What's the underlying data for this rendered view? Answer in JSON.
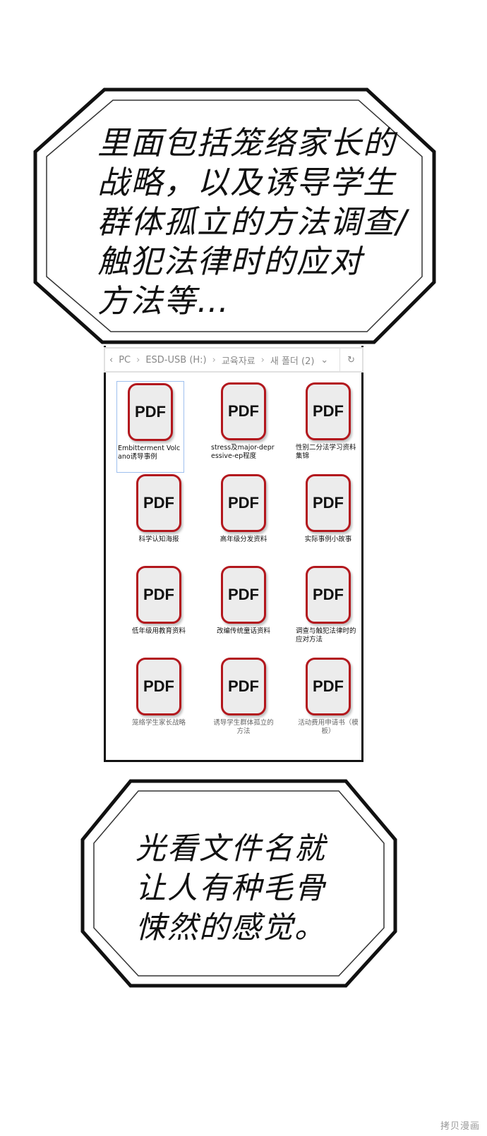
{
  "bubble_top": {
    "text": "里面包括笼络家长的\n战略，以及诱导学生\n群体孤立的方法调查/\n触犯法律时的应对\n方法等…"
  },
  "bubble_bottom": {
    "text": "光看文件名就\n让人有种毛骨\n悚然的感觉。"
  },
  "explorer": {
    "breadcrumb": [
      "PC",
      "ESD-USB (H:)",
      "교육자료",
      "새 폴더 (2)"
    ],
    "file_icon_label": "PDF",
    "files": [
      {
        "name": "Embitterment Volcano诱导事例"
      },
      {
        "name": "stress及major-depressive-ep程度"
      },
      {
        "name": "性别二分法学习资料集锦"
      },
      {
        "name": "科学认知海报"
      },
      {
        "name": "高年级分发资料"
      },
      {
        "name": "实际事例小故事"
      },
      {
        "name": "低年级用教育资料"
      },
      {
        "name": "改编传统童话资料"
      },
      {
        "name": "调查与触犯法律时的应对方法"
      },
      {
        "name": "笼络学生家长战略"
      },
      {
        "name": "诱导学生群体孤立的方法"
      },
      {
        "name": "活动费用申请书（模板）"
      }
    ]
  },
  "watermark": "拷贝漫画"
}
